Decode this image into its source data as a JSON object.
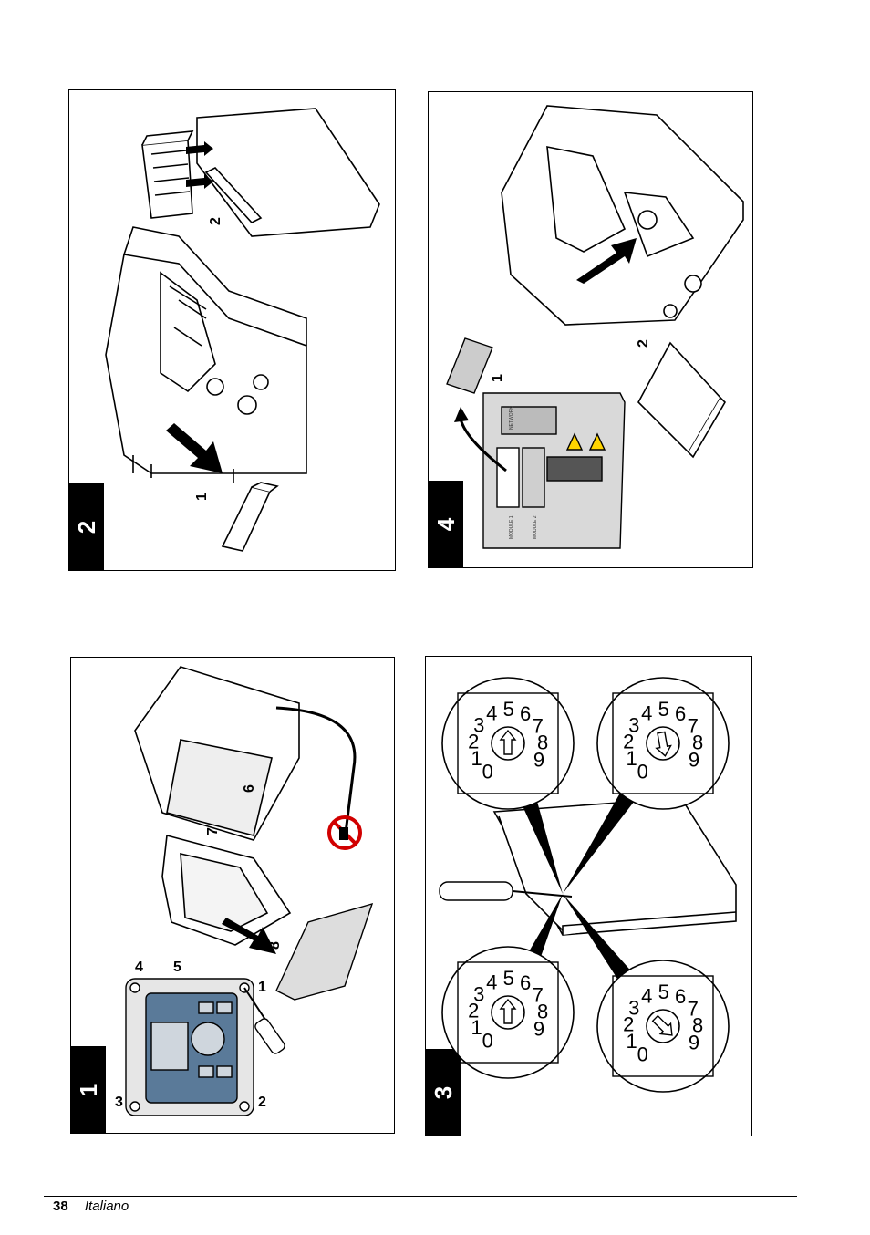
{
  "panels": {
    "p2": {
      "step": "2",
      "callouts": {
        "a": "1",
        "b": "2"
      }
    },
    "p4": {
      "step": "4",
      "callouts": {
        "a": "1",
        "b": "2"
      },
      "board_text": {
        "network": "NETWORK",
        "module1": "MODULE 1",
        "module2": "MODULE 2"
      }
    },
    "p1": {
      "step": "1",
      "callouts": {
        "c1": "1",
        "c2": "2",
        "c3": "3",
        "c4": "4",
        "c5": "5",
        "c6": "6",
        "c7": "7",
        "c8": "8"
      }
    },
    "p3": {
      "step": "3",
      "dial_digits": [
        "0",
        "1",
        "2",
        "3",
        "4",
        "5",
        "6",
        "7",
        "8",
        "9"
      ]
    }
  },
  "footer": {
    "page_number": "38",
    "language": "Italiano"
  }
}
